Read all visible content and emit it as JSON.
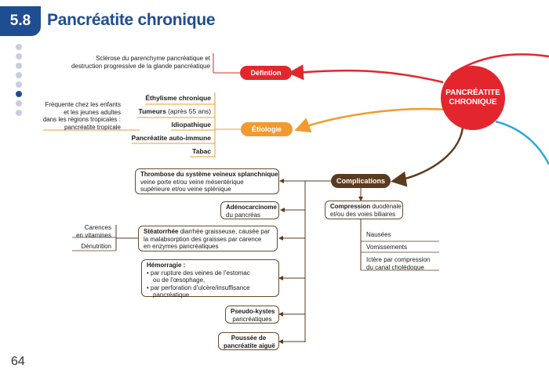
{
  "header": {
    "chapter_number": "5.8",
    "title": "Pancréatite chronique"
  },
  "page_number": "64",
  "central_node": {
    "line1": "PANCRÉATITE",
    "line2": "CHRONIQUE",
    "color": "#e3262d"
  },
  "colors": {
    "definition": "#e3262d",
    "etiologie": "#f29a2e",
    "complications": "#5b3b1f",
    "blue": "#2aa7e0",
    "header": "#1f4d91"
  },
  "definition": {
    "label": "Défintion",
    "text_line1": "Sclérose du parenchyme pancréatique et",
    "text_line2": "destruction progressive de la glande pancréatique"
  },
  "etiologie": {
    "label": "Étiologie",
    "items": [
      {
        "bold": "Éthylisme chronique",
        "normal": ""
      },
      {
        "bold": "Tumeurs",
        "normal": " (après 55 ans)"
      },
      {
        "bold": "Idiopathique",
        "normal": ""
      },
      {
        "bold": "Pancréatite auto-immune",
        "normal": ""
      },
      {
        "bold": "Tabac",
        "normal": ""
      }
    ],
    "note_lines": [
      "Fréquente chez les enfants",
      "et les jeunes adultes",
      "dans les régions tropicales :",
      "pancréatite tropicale"
    ]
  },
  "complications": {
    "label": "Complications",
    "thrombose": {
      "bold": "Thrombose du système veineux splanchnique",
      "line2": "veine porte et/ou veine mésentérique",
      "line3": "supérieure et/ou veine splénique"
    },
    "adeno": {
      "bold": "Adénocarcinome",
      "line2": "du pancréas"
    },
    "steato": {
      "bold": "Stéatorrhée",
      "line1_rest": " diarrhée graisseuse, causée par",
      "line2": "la malabsorption des graisses par carence",
      "line3": "en enzymes pancréatiques"
    },
    "steato_sub": {
      "carences_l1": "Carences",
      "carences_l2": "en vitamines",
      "denutrition": "Dénutrition"
    },
    "hemo": {
      "bold": "Hémorragie :",
      "l2": "• par rupture des veines de l’estomac",
      "l3": "ou de l’œsophage,",
      "l4": "• par perforation d’ulcère/insuffisance",
      "l5": "pancréatique"
    },
    "pseudo": {
      "bold": "Pseudo-kystes",
      "line2": "pancréatiques"
    },
    "poussee": {
      "l1": "Poussée de",
      "l2": "pancréatite aiguë"
    },
    "compression": {
      "bold": "Compression",
      "rest": " duodénale",
      "line2": "et/ou des voies biliaires"
    },
    "compression_sub": [
      "Nausées",
      "Vomissements"
    ],
    "ictere": {
      "l1": "Ictère par compression",
      "l2": "du canal cholédoque"
    }
  }
}
